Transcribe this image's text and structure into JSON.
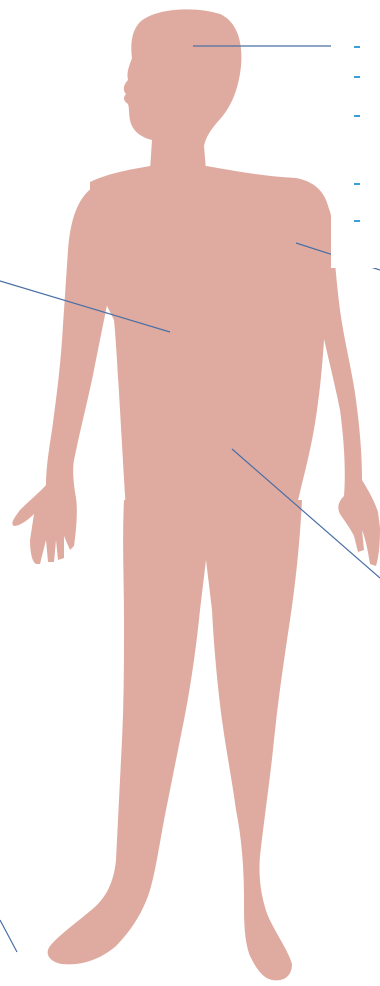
{
  "colors": {
    "background": "#ffffff",
    "body_fill": "#dfaba0",
    "leader_line": "#4a6fa5",
    "bullet": "#3aa0d8"
  },
  "figure": {
    "subject": "human-body-silhouette",
    "label_text_visible": false,
    "leader_line_count": 6,
    "bullet_count": 5
  }
}
